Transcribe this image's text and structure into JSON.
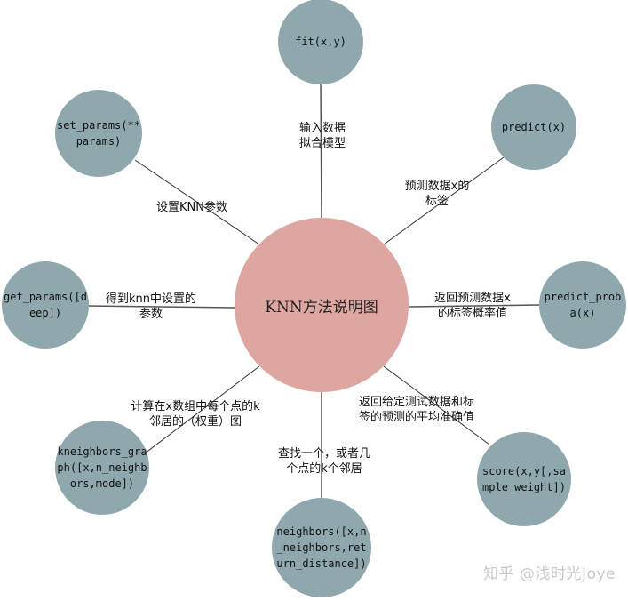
{
  "diagram": {
    "center": {
      "label": "KNN方法说明图",
      "color": "#dea6a1"
    },
    "node_color": "#8fa8ae",
    "nodes": [
      {
        "id": "fit",
        "label": "fit(x,y)",
        "edge_label": "输入数据\n拟合模型"
      },
      {
        "id": "predict",
        "label": "predict(x)",
        "edge_label": "预测数据x的\n标签"
      },
      {
        "id": "predict_proba",
        "label": "predict_proba(x)",
        "edge_label": "返回预测数据x\n的标签概率值"
      },
      {
        "id": "score",
        "label": "score(x,y[,sample_weight])",
        "edge_label": "返回给定测试数据和标\n签的预测的平均准确值"
      },
      {
        "id": "neighbors",
        "label": "neighbors([x,n_neighbors,return_distance])",
        "edge_label": "查找一个，或者几\n个点的k个邻居"
      },
      {
        "id": "kneighbors_graph",
        "label": "kneighbors_graph([x,n_neighbors,mode])",
        "edge_label": "计算在x数组中每个点的k\n邻居的（权重）图"
      },
      {
        "id": "get_params",
        "label": "get_params([deep])",
        "edge_label": "得到knn中设置的\n参数"
      },
      {
        "id": "set_params",
        "label": "set_params(**params)",
        "edge_label": "设置KNN参数"
      }
    ]
  },
  "watermark": "知乎 @浅时光Joye"
}
